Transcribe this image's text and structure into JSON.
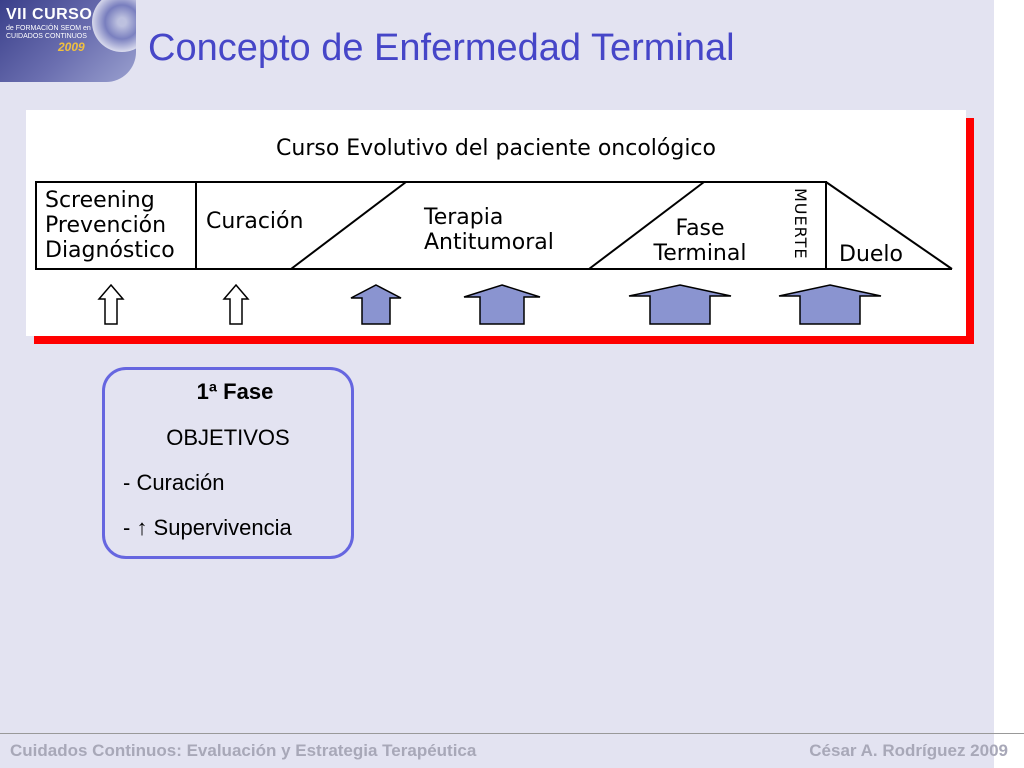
{
  "logo": {
    "line1": "VII CURSO",
    "line2": "de FORMACIÓN SEOM en CUIDADOS CONTINUOS",
    "year": "2009"
  },
  "title": "Concepto de Enfermedad Terminal",
  "diagram": {
    "heading": "Curso Evolutivo del paciente oncológico",
    "stages": {
      "s1": [
        "Screening",
        "Prevención",
        "Diagnóstico"
      ],
      "s2": "Curación",
      "s3": [
        "Terapia",
        "Antitumoral"
      ],
      "s4": [
        "Fase",
        "Terminal"
      ],
      "s5": "MUERTE",
      "s6": "Duelo"
    },
    "arrow_levels": [
      0,
      0,
      1,
      2,
      3,
      3
    ],
    "colors": {
      "frame": "#ff0000",
      "arrow_fill": "#8a94d0",
      "arrow_stroke": "#000000"
    }
  },
  "phase": {
    "title": "1ª Fase",
    "subtitle": "OBJETIVOS",
    "items": [
      "- Curación",
      "- ↑ Supervivencia"
    ]
  },
  "footer": {
    "left": "Cuidados Continuos: Evaluación y Estrategia Terapéutica",
    "right": "César A. Rodríguez 2009"
  }
}
